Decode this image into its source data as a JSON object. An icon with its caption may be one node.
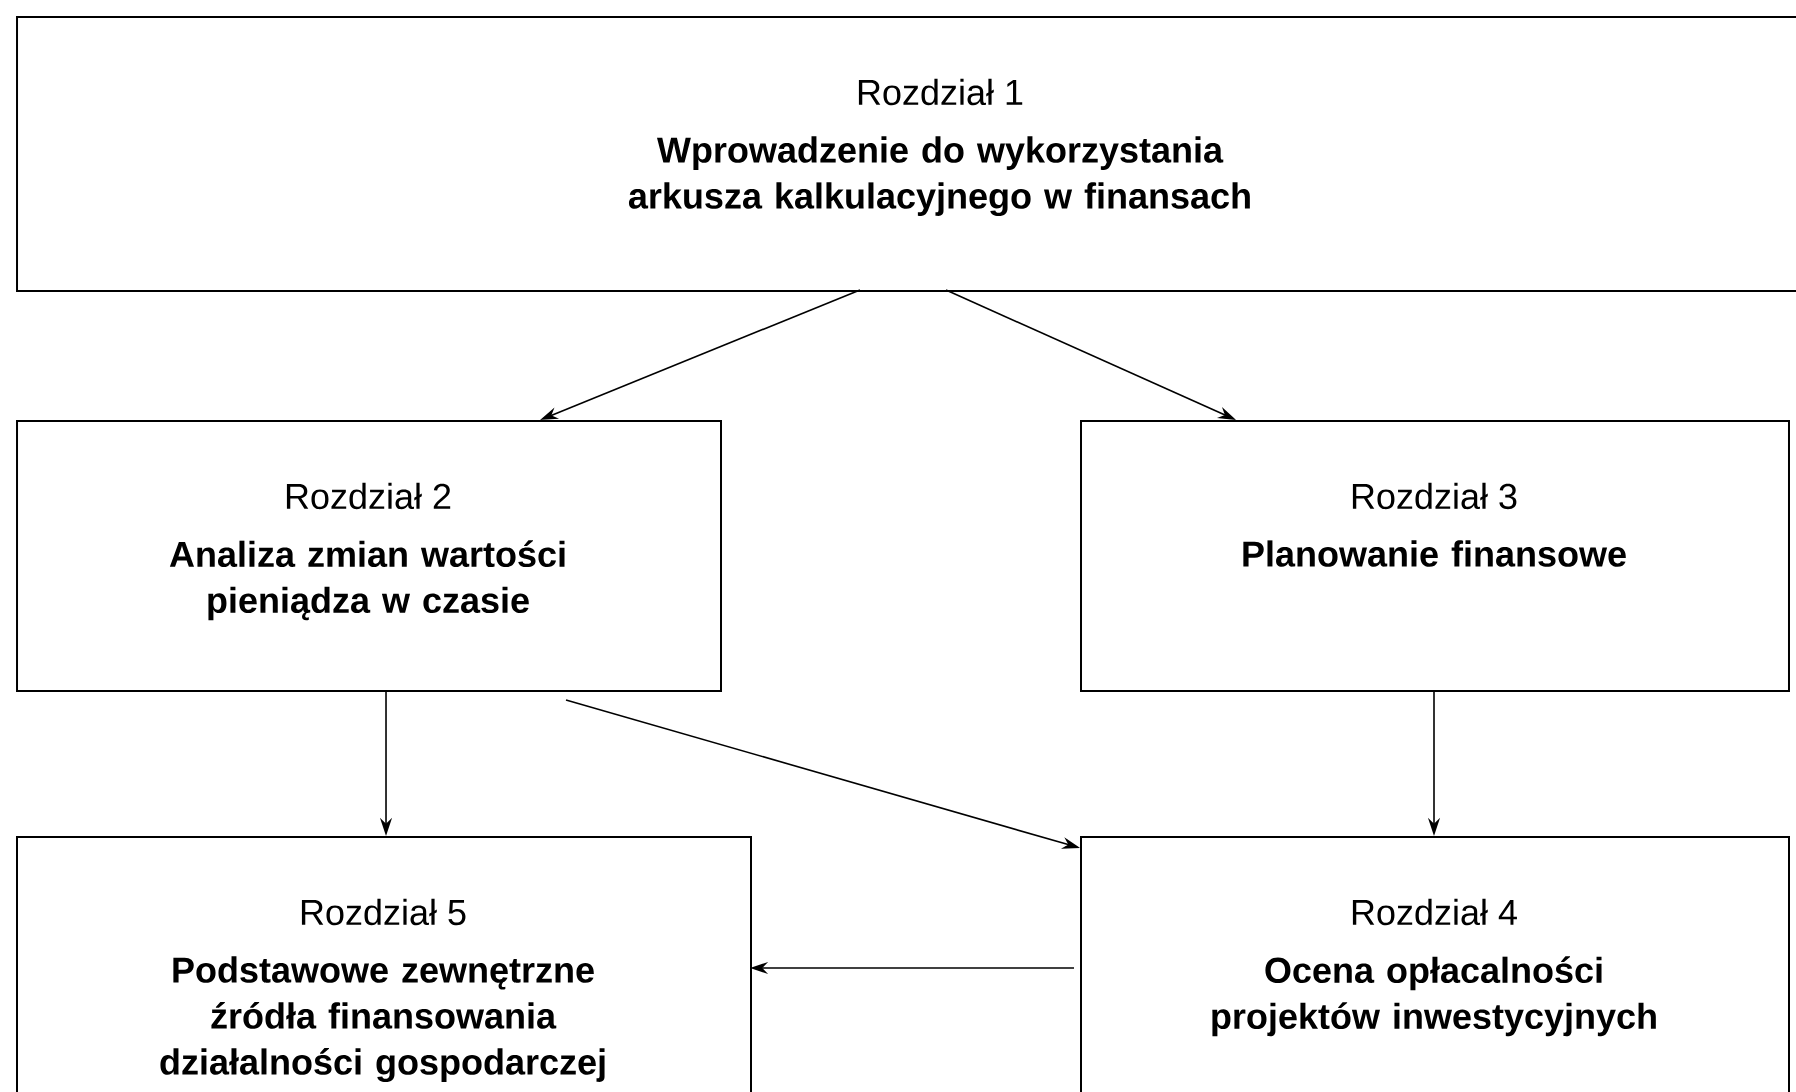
{
  "diagram": {
    "nodes": [
      {
        "text": [
          "Rozdział 1",
          "Wprowadzenie do wykorzystania arkusza kalkulacyjnego w finansach"
        ]
      },
      {
        "text": [
          "Rozdział 2",
          "Analiza zmian wartości pieniądza w czasie"
        ]
      },
      {
        "text": [
          "Rozdział 3",
          "Planowanie finansowe"
        ]
      },
      {
        "text": [
          "Rozdział 5",
          "Podstawowe zewnętrzne źródła finansowania działalności gospodarczej"
        ]
      },
      {
        "text": [
          "Rozdział 4",
          "Ocena opłacalności projektów inwestycyjnych"
        ]
      }
    ],
    "edges": [
      {
        "from": 0,
        "to": 1,
        "arrow": "to"
      },
      {
        "from": 0,
        "to": 2,
        "arrow": "to"
      },
      {
        "from": 1,
        "to": 3,
        "arrow": "to"
      },
      {
        "from": 1,
        "to": 4,
        "arrow": "to"
      },
      {
        "from": 2,
        "to": 4,
        "arrow": "to"
      },
      {
        "from": 4,
        "to": 3,
        "arrow": "to"
      }
    ]
  }
}
